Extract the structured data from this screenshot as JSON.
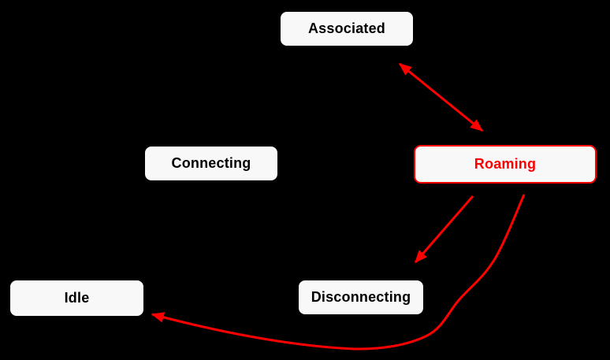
{
  "diagram": {
    "type": "state-diagram",
    "colors": {
      "background": "#000000",
      "edge": "#ff0000",
      "node_fill": "#f8f8f8",
      "node_text": "#000000",
      "highlight_border": "#ff0000",
      "highlight_text": "#ff0000"
    },
    "nodes": [
      {
        "id": "associated",
        "label": "Associated",
        "highlighted": false
      },
      {
        "id": "connecting",
        "label": "Connecting",
        "highlighted": false
      },
      {
        "id": "roaming",
        "label": "Roaming",
        "highlighted": true
      },
      {
        "id": "idle",
        "label": "Idle",
        "highlighted": false
      },
      {
        "id": "disconnecting",
        "label": "Disconnecting",
        "highlighted": false
      }
    ],
    "edges": [
      {
        "id": "associated-roaming",
        "from": "Associated",
        "to": "Roaming",
        "bidirectional": true,
        "style": "straight",
        "color": "#ff0000"
      },
      {
        "id": "roaming-disconnecting",
        "from": "Roaming",
        "to": "Disconnecting",
        "bidirectional": false,
        "style": "straight",
        "color": "#ff0000"
      },
      {
        "id": "roaming-idle",
        "from": "Roaming",
        "to": "Idle",
        "bidirectional": false,
        "style": "curved",
        "color": "#ff0000"
      }
    ]
  }
}
